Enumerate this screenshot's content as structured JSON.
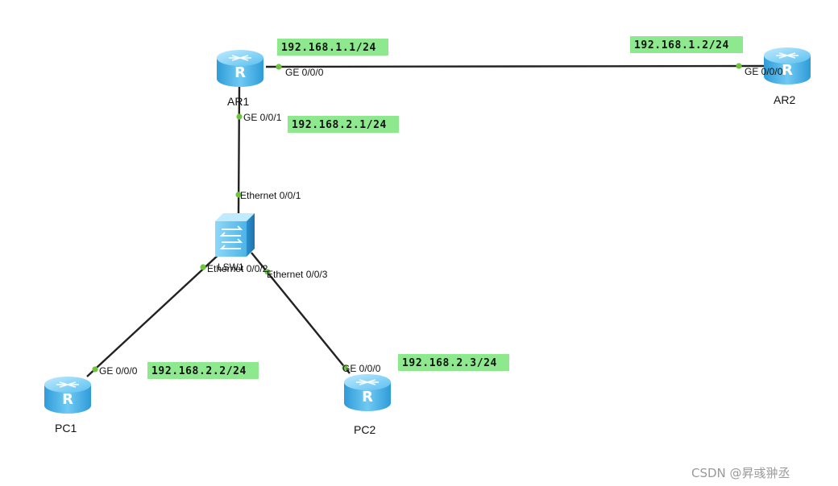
{
  "diagram": {
    "devices": {
      "ar1": {
        "label": "AR1",
        "type": "router",
        "icon": "router-icon"
      },
      "ar2": {
        "label": "AR2",
        "type": "router",
        "icon": "router-icon"
      },
      "lsw1": {
        "label": "LSW1",
        "type": "switch",
        "icon": "switch-icon"
      },
      "pc1": {
        "label": "PC1",
        "type": "router",
        "icon": "router-icon"
      },
      "pc2": {
        "label": "PC2",
        "type": "router",
        "icon": "router-icon"
      }
    },
    "ports": {
      "ar1_ge000": "GE 0/0/0",
      "ar1_ge001": "GE 0/0/1",
      "ar2_ge000": "GE 0/0/0",
      "lsw1_e001": "Ethernet 0/0/1",
      "lsw1_e002": "Ethernet 0/0/2",
      "lsw1_e003": "Ethernet 0/0/3",
      "pc1_ge000": "GE 0/0/0",
      "pc2_ge000": "GE 0/0/0"
    },
    "ip_labels": {
      "ar1_ge000": "192.168.1.1/24",
      "ar2_ge000": "192.168.1.2/24",
      "ar1_ge001": "192.168.2.1/24",
      "pc1_ge000": "192.168.2.2/24",
      "pc2_ge000": "192.168.2.3/24"
    },
    "links": [
      {
        "from": "AR1",
        "to": "AR2"
      },
      {
        "from": "AR1",
        "to": "LSW1"
      },
      {
        "from": "LSW1",
        "to": "PC1"
      },
      {
        "from": "LSW1",
        "to": "PC2"
      }
    ],
    "colors": {
      "ip_highlight": "#8ee88e",
      "port_dot": "#6ec43c",
      "device_blue": "#4fb4e6"
    }
  },
  "watermark": {
    "text": "CSDN @昇彧翀丞"
  }
}
